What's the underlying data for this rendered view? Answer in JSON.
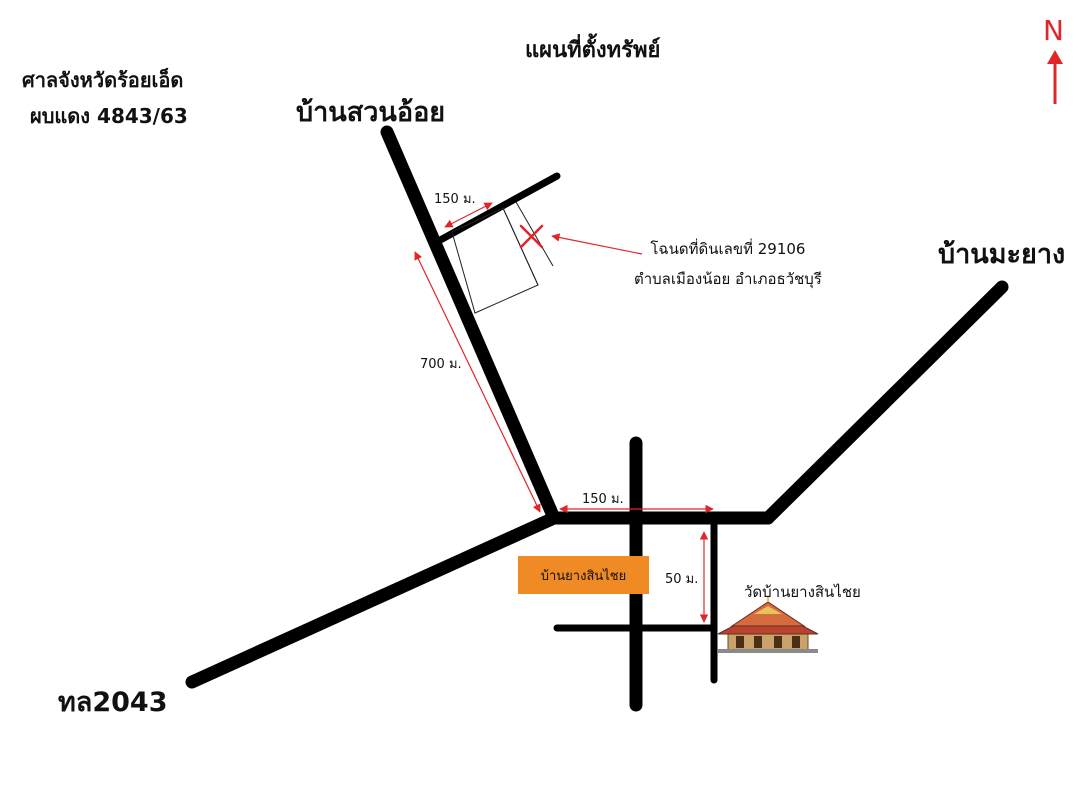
{
  "title": "แผนที่ตั้งทรัพย์",
  "court": {
    "name": "ศาลจังหวัดร้อยเอ็ด",
    "case": "ผบแดง 4843/63"
  },
  "villages": {
    "suan_oi": "บ้านสวนอ้อย",
    "ma_yang": "บ้านมะยาง",
    "yang_sin_chai": "บ้านยางสินไชย"
  },
  "road": "ทล2043",
  "distances": {
    "branch_road": "150 ม.",
    "main_road": "700 ม.",
    "junction_east": "150 ม.",
    "temple_road": "50 ม."
  },
  "deed": {
    "line1": "โฉนดที่ดินเลขที่ 29106",
    "line2": "ตำบลเมืองน้อย อำเภอธวัชบุรี"
  },
  "temple": {
    "name": "วัดบ้านยางสินไชย",
    "icon": "temple-icon"
  },
  "north": {
    "label": "N",
    "color": "#e0262b"
  },
  "colors": {
    "road": "#000000",
    "annotation": "#e0262b",
    "village_box": "#f08a24"
  }
}
